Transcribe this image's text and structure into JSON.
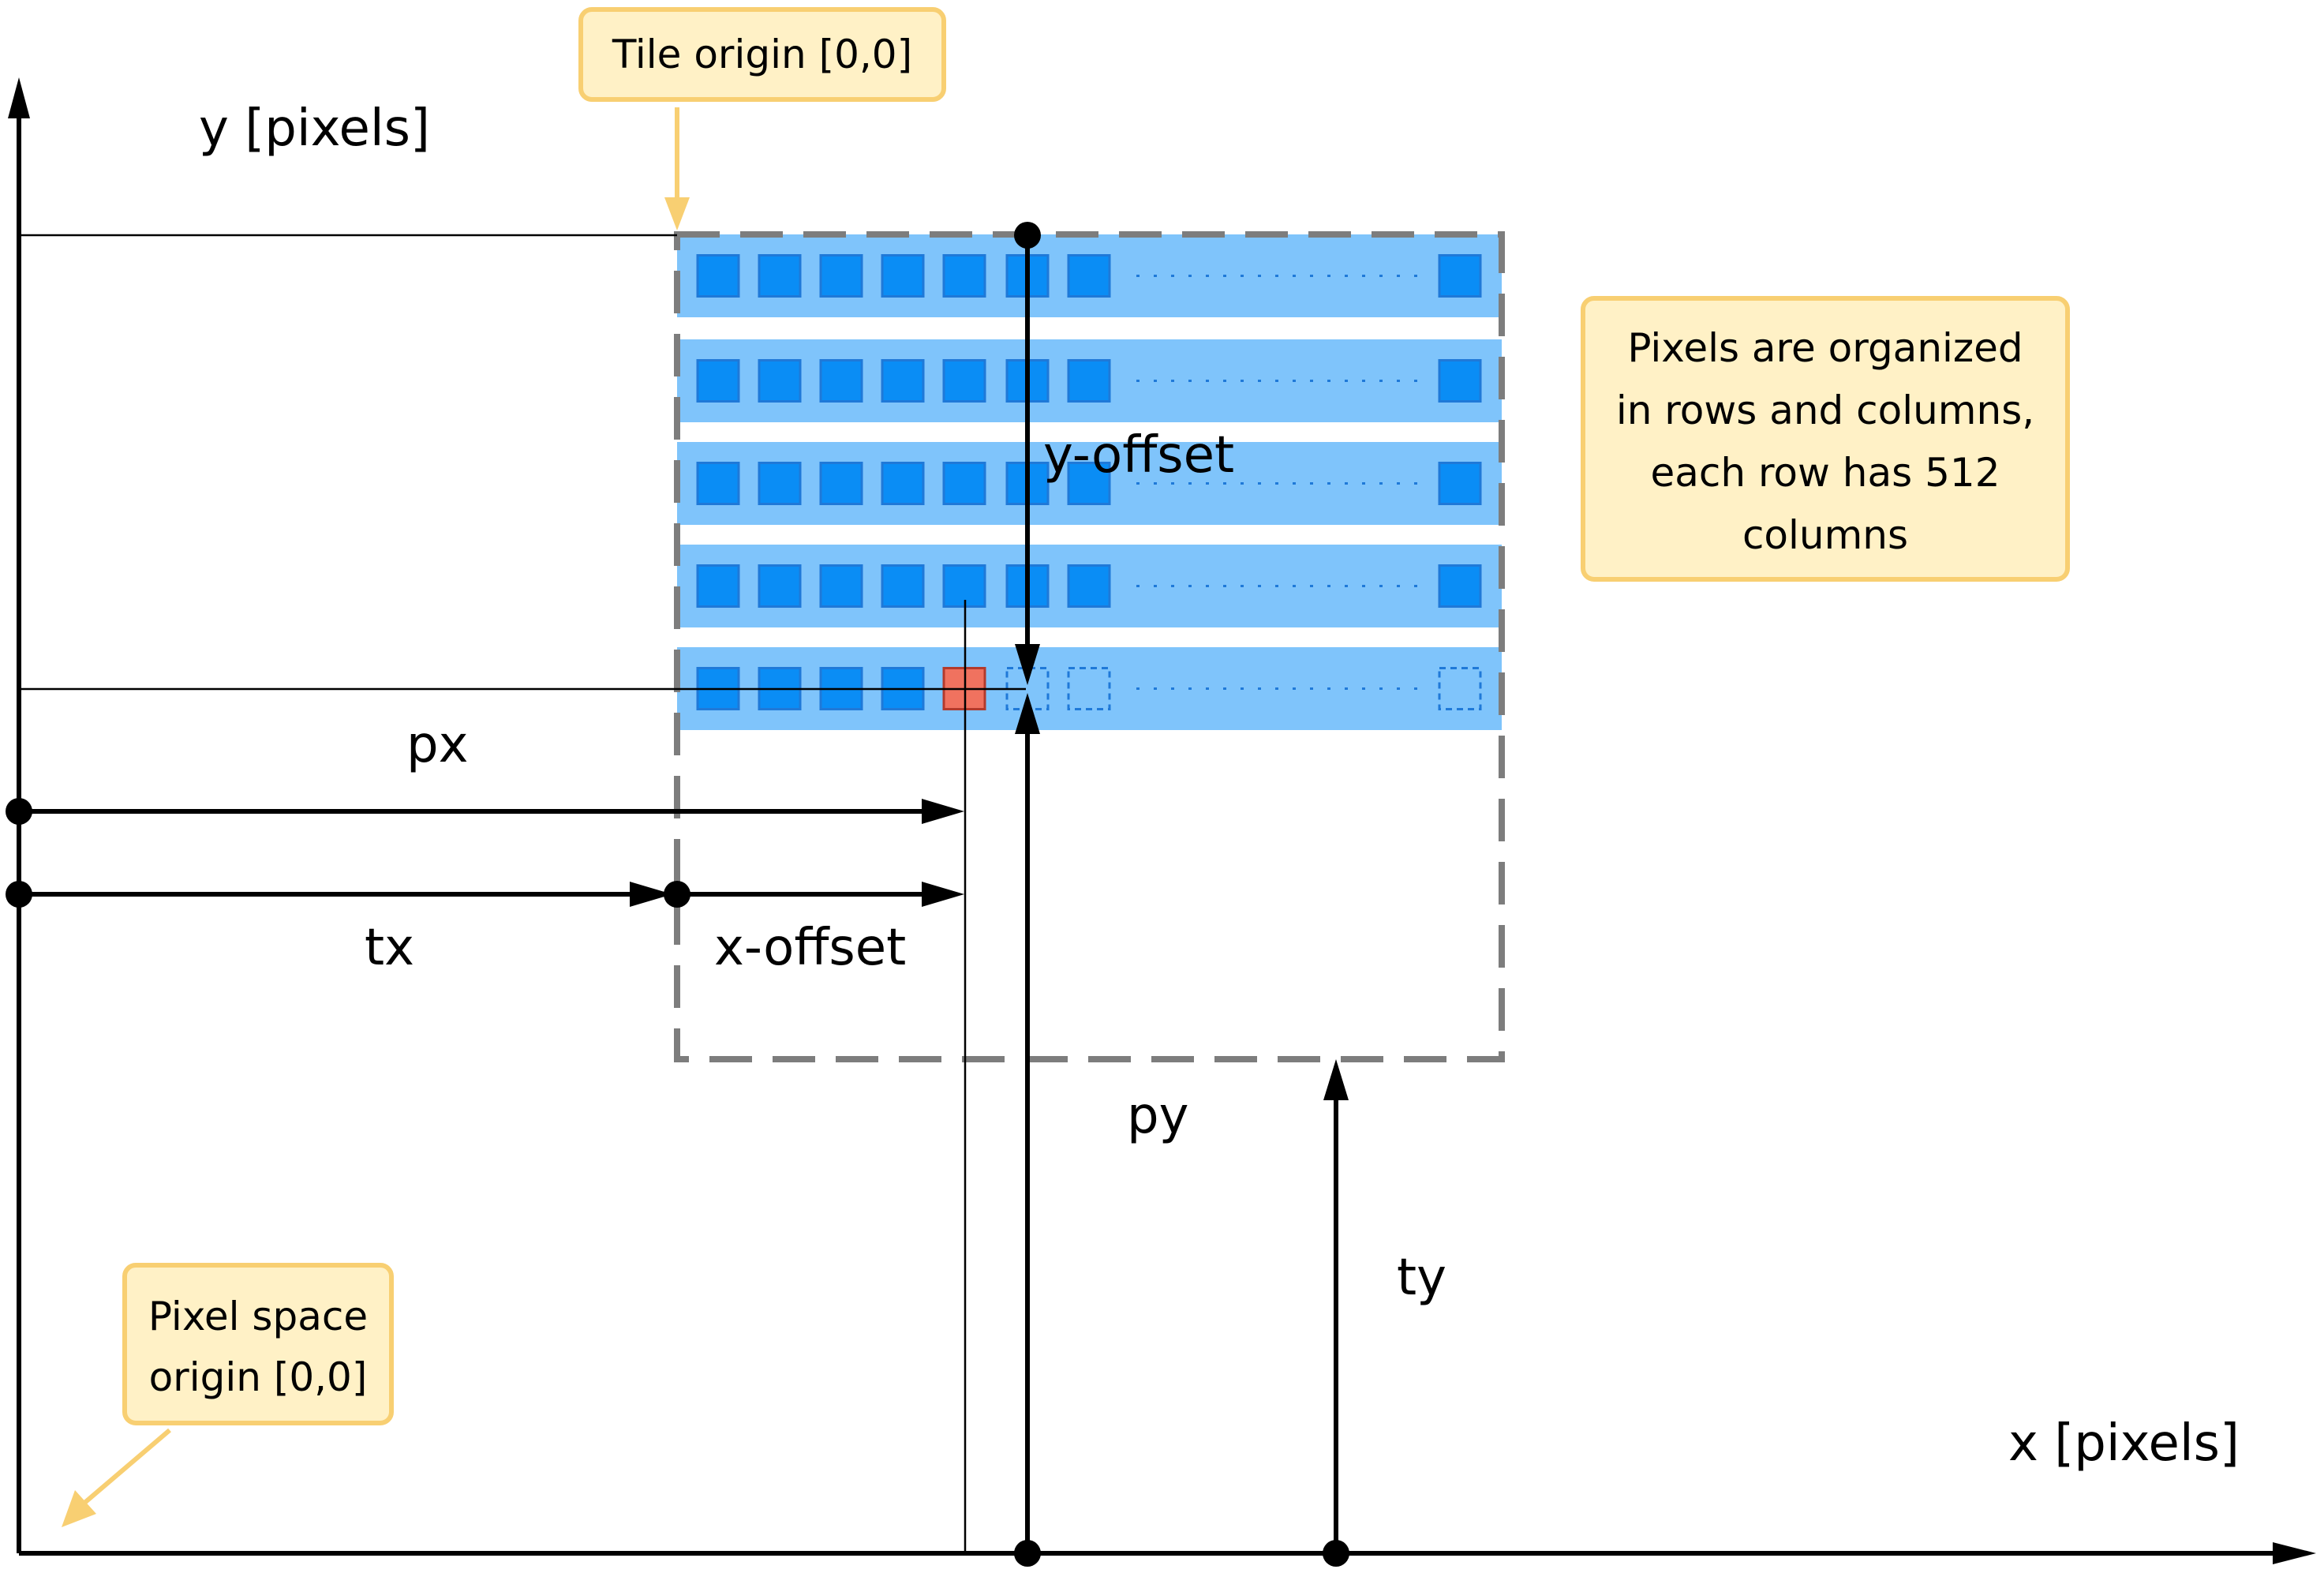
{
  "axes": {
    "y_label": "y [pixels]",
    "x_label": "x [pixels]"
  },
  "callouts": {
    "tile_origin": "Tile origin [0,0]",
    "pixel_space_origin_line1": "Pixel space",
    "pixel_space_origin_line2": "origin [0,0]",
    "pixels_note_line1": "Pixels are organized",
    "pixels_note_line2": "in rows and columns,",
    "pixels_note_line3": "each row has 512",
    "pixels_note_line4": "columns"
  },
  "labels": {
    "y_offset": "y-offset",
    "px": "px",
    "tx": "tx",
    "x_offset": "x-offset",
    "py": "py",
    "ty": "ty"
  },
  "colors": {
    "row_band": "#7fc4fb",
    "pixel": "#0a8df5",
    "pixel_border": "#1f79d8",
    "highlight_pixel": "#f0725f",
    "tile_border": "#7d7d7d",
    "callout_fill": "#fff1c6",
    "callout_border": "#f8cf72",
    "callout_arrow": "#f8cf72"
  }
}
